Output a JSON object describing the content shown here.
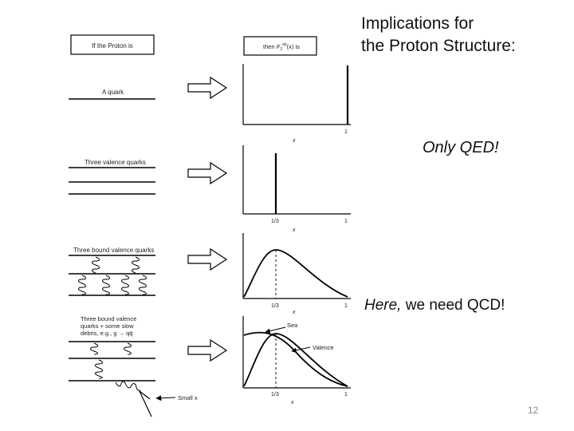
{
  "title": {
    "line1": "Implications for",
    "line2": "the Proton Structure:"
  },
  "note_qed": "Only QED!",
  "note_qcd": {
    "emph": "Here,",
    "rest": " we need QCD!"
  },
  "page_number": "12",
  "figure": {
    "left_header": "If the Proton is",
    "right_header_pre": "then ",
    "right_header_func": "F",
    "right_header_sub": "2",
    "right_header_sup": "ep",
    "right_header_post": "(x) is",
    "row1_label": "A quark",
    "row2_label": "Three valence quarks",
    "row3_label": "Three bound valence quarks",
    "row4_label_lines": [
      "Three bound valence",
      "quarks + some slow",
      "debris, e.g., g → qq̄"
    ],
    "small_x_label": "Small x",
    "axis_x": "x",
    "tick_one": "1",
    "tick_third": "1/3",
    "sea_label": "Sea",
    "valence_label": "Valence"
  }
}
